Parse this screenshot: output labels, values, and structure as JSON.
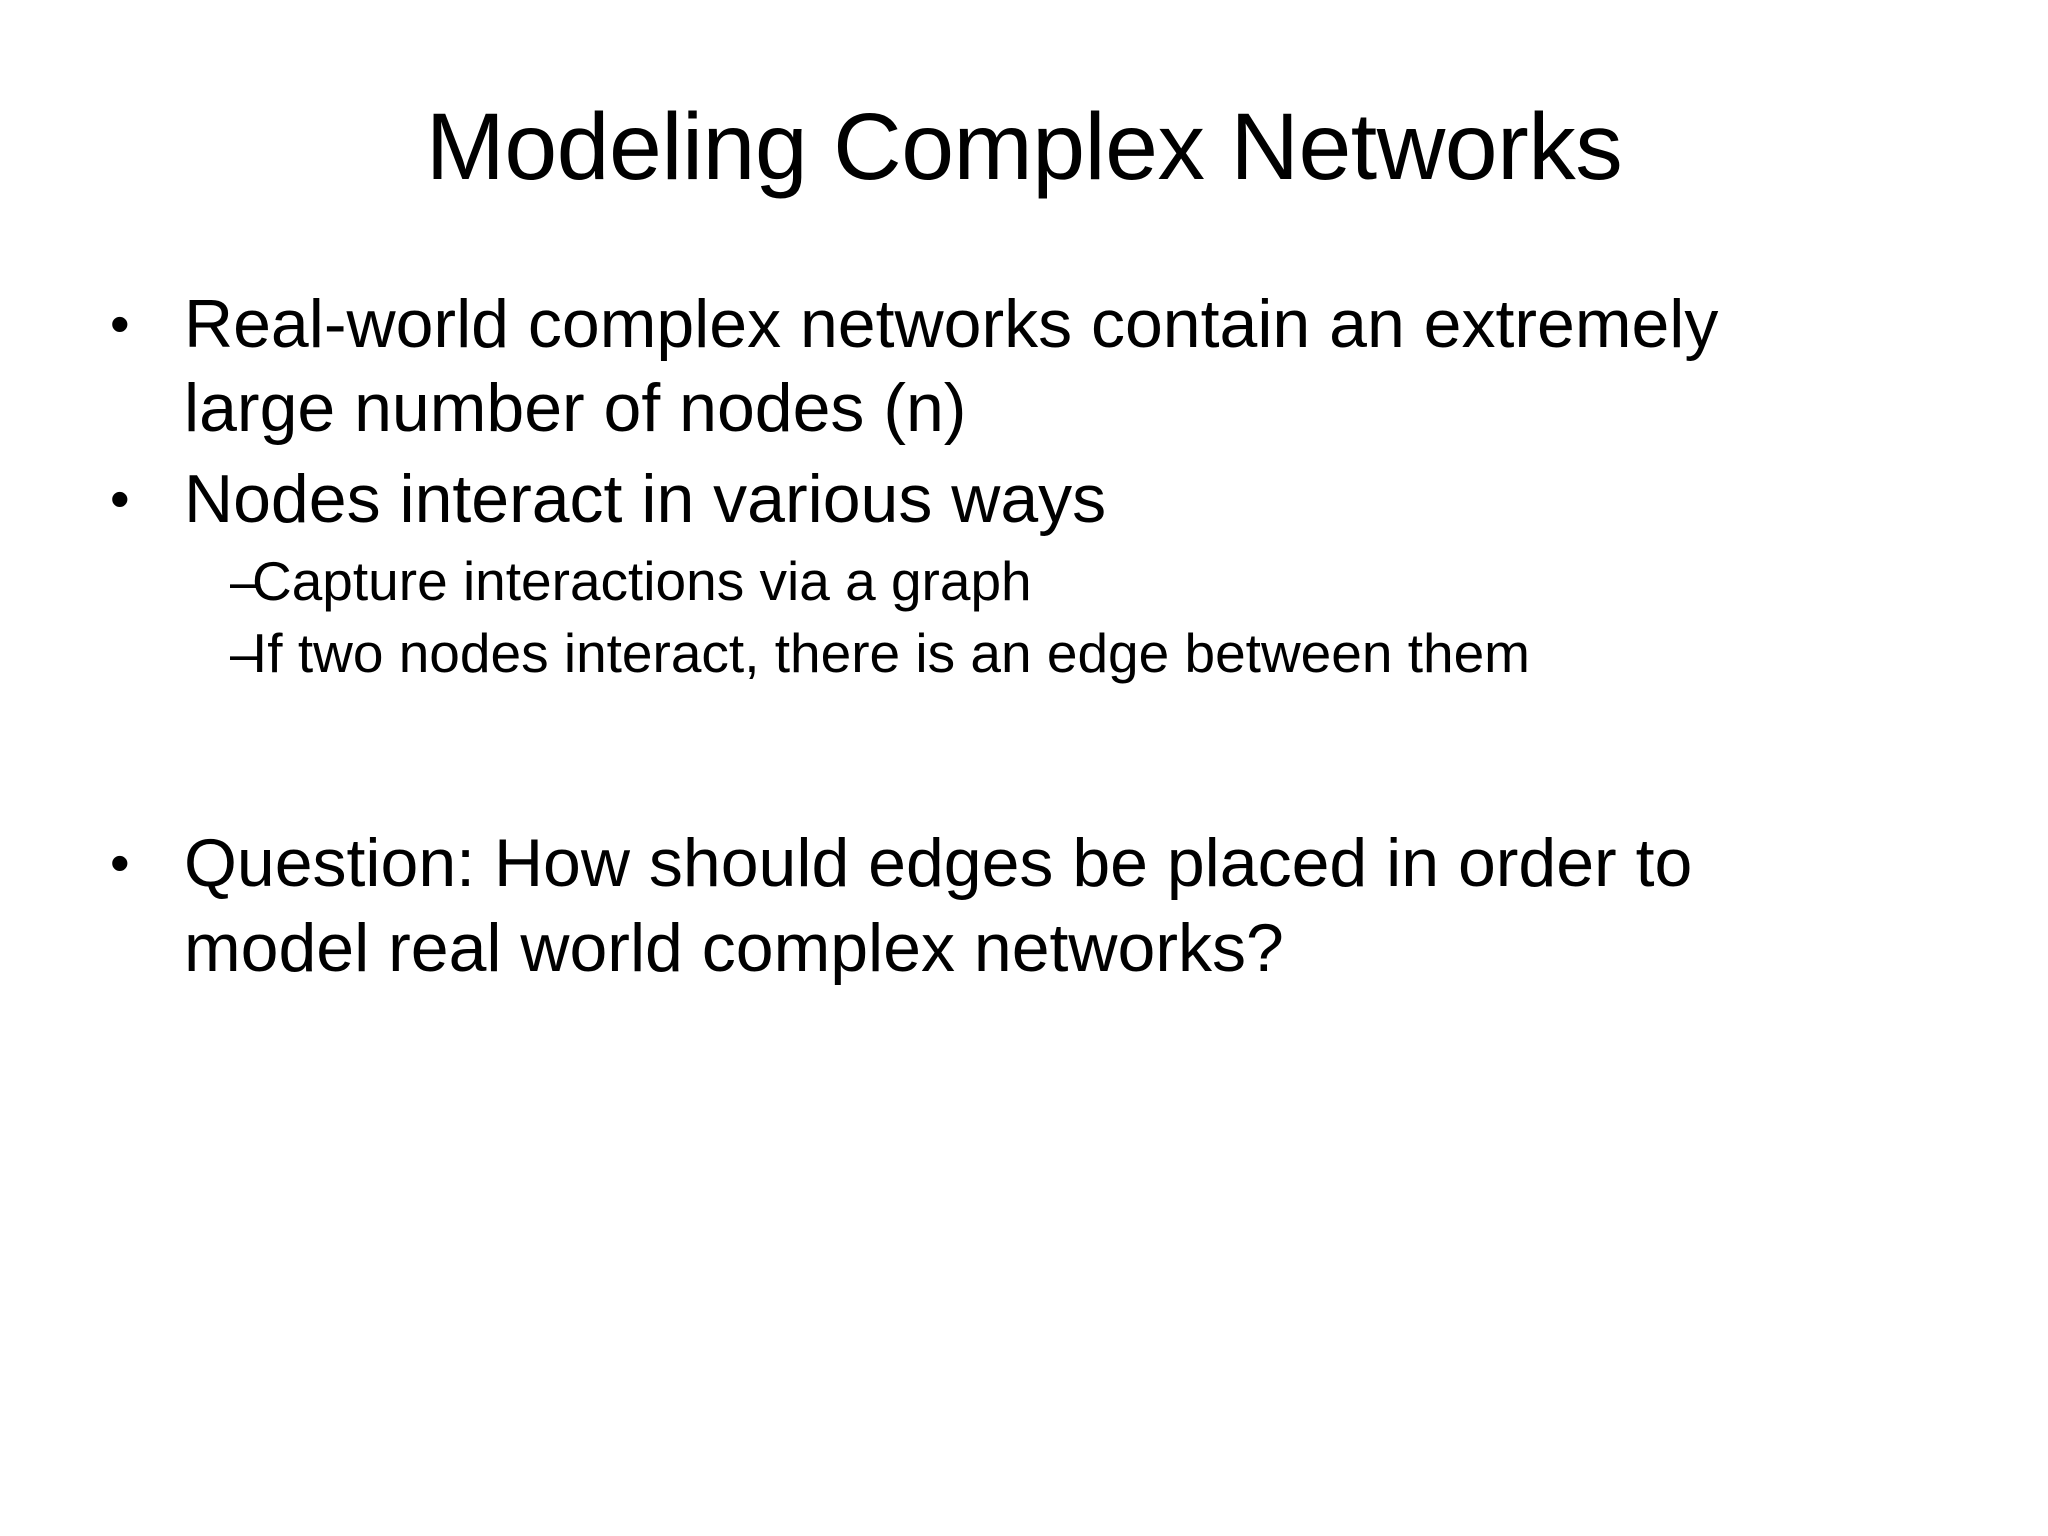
{
  "slide": {
    "title": "Modeling Complex Networks",
    "background_color": "#FFFFFF",
    "text_color": "#000000",
    "bullet_glyph_level1": "•",
    "bullet_glyph_level2": "–",
    "content": [
      {
        "level": 1,
        "marker": "•",
        "text": "Real-world complex networks contain an extremely large number of nodes (n)"
      },
      {
        "level": 1,
        "marker": "•",
        "text": "Nodes interact in various ways"
      },
      {
        "level": 2,
        "marker": "–",
        "text": "Capture interactions via a graph"
      },
      {
        "level": 2,
        "marker": "–",
        "text": "If two nodes interact, there is an edge between them"
      },
      {
        "level": 0,
        "marker": "",
        "text": ""
      },
      {
        "level": 1,
        "marker": "•",
        "text": "Question: How should edges be placed in order to model real world complex networks?"
      }
    ]
  }
}
